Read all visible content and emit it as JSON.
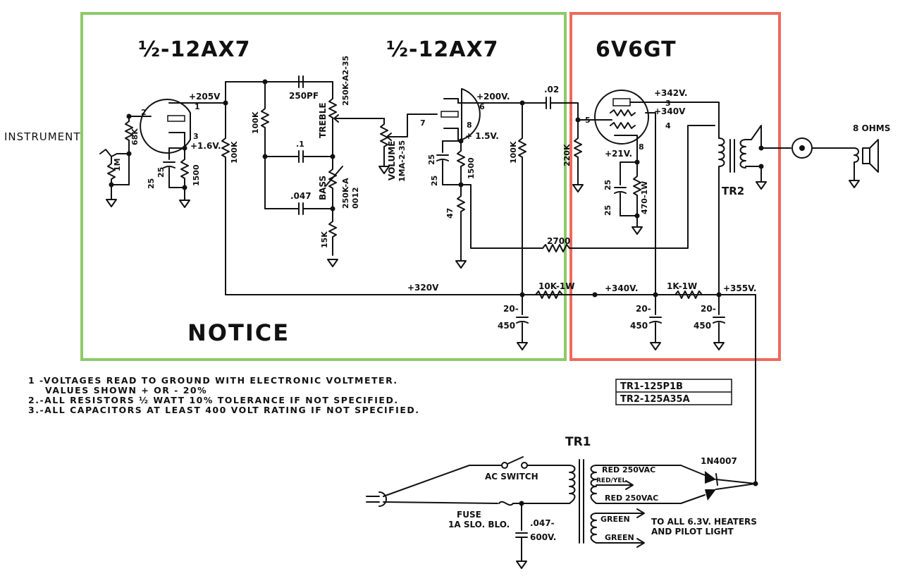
{
  "sections": {
    "preamp_title": "½-12AX7",
    "driver_title": "½-12AX7",
    "power_title": "6V6GT"
  },
  "colors": {
    "preamp_box": "#8dc96a",
    "power_box": "#ee6a5c",
    "ink": "#111111"
  },
  "input_label": "INSTRUMENT",
  "output_label": "8 OHMS",
  "notice_title": "NOTICE",
  "notes": [
    "1 -VOLTAGES READ TO GROUND WITH ELECTRONIC VOLTMETER.",
    "VALUES  SHOWN + OR - 20%",
    "2.-ALL RESISTORS ½ WATT 10% TOLERANCE  IF NOT SPECIFIED.",
    "3.-ALL CAPACITORS AT LEAST  400 VOLT RATING  IF NOT SPECIFIED."
  ],
  "transformers": {
    "tr1": "TR1-125P1B",
    "tr2": "TR2-125A35A",
    "tr1_label": "TR1",
    "tr2_label": "TR2"
  },
  "voltages": {
    "v205": "+205V",
    "v16": "+1.6V.",
    "v200": "+200V.",
    "v15": "+ 1.5V.",
    "v342": "+342V.",
    "v340a": "+340V",
    "v21": "+21V.",
    "v320": "+320V",
    "v340b": "+340V.",
    "v355": "+355V."
  },
  "components": {
    "r68k": "68K",
    "r1m_in": "1M",
    "c25": "25",
    "c25b": "25",
    "r1500a": "1500",
    "r100k_a": "100K",
    "r100k_b": "100K",
    "c250pf": "250PF",
    "treble_pot": "250K-A2-35",
    "treble": "TREBLE",
    "c1": ".1",
    "c047a": ".047",
    "bass": "BASS",
    "bass_pot": "250K-A",
    "bass_pot2": "0012",
    "r15k": "15K",
    "volume": "VOLUME",
    "vol_pot": "1MA-2-35",
    "c25c": "25",
    "c25d": "25",
    "r1500b": "1500",
    "r47": "47",
    "r100k_c": "100K",
    "c02": ".02",
    "r220k": "220K",
    "c25e": "25",
    "c25f": "25",
    "r470": "470-1W",
    "r2700": "2700",
    "r10k": "10K-1W",
    "r1k": "1K-1W",
    "c20a": "20-",
    "c450a": "450",
    "c20b": "20-",
    "c450b": "450",
    "c20c": "20-",
    "c450c": "450",
    "c047b": ".047-",
    "c600": "600V."
  },
  "pins": {
    "p1": "1",
    "p2": "2",
    "p3": "3",
    "p5": "5",
    "p6": "6",
    "p7": "7",
    "p8": "8",
    "p3b": "3",
    "p4": "4",
    "p8b": "8"
  },
  "power": {
    "ac_switch": "AC SWITCH",
    "fuse": "FUSE",
    "fuse_rating": "1A SLO. BLO.",
    "red1": "RED 250VAC",
    "redyel": "RED/YEL",
    "red2": "RED 250VAC",
    "green1": "GREEN",
    "green2": "GREEN",
    "diode": "1N4007",
    "heaters1": "TO ALL 6.3V. HEATERS",
    "heaters2": "AND PILOT LIGHT"
  }
}
